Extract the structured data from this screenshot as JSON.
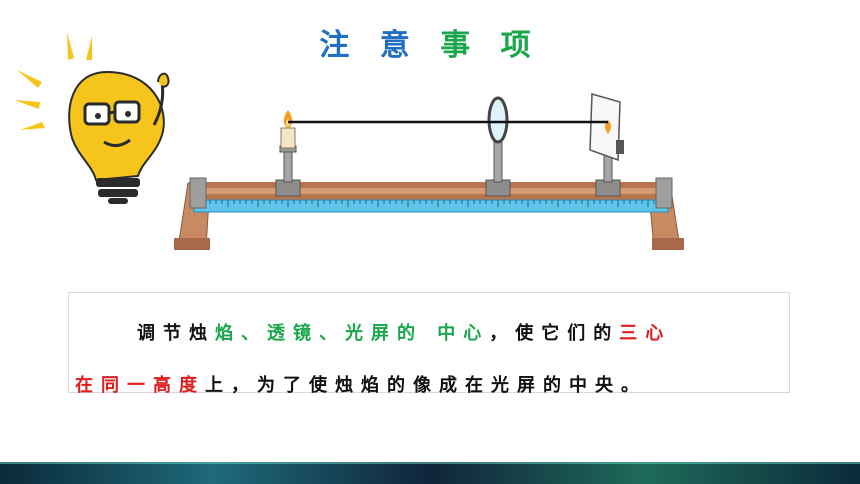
{
  "title": {
    "chars": [
      "注",
      "意",
      "事",
      "项"
    ]
  },
  "colors": {
    "title_blue": "#1f6fc5",
    "title_green": "#1aa64b",
    "highlight_green": "#1aa64b",
    "highlight_red": "#e01c1c",
    "text": "#111111",
    "bulb": "#f6c51b"
  },
  "note": {
    "line1": {
      "a": "调节烛",
      "b": "焰、透镜、光屏的",
      "c": " 中心",
      "d": "，使它们的",
      "e": "三心"
    },
    "line2": {
      "a": "在同一高度",
      "b": "上，为了使烛焰的像成在光屏的中央。"
    }
  },
  "icons": {
    "mascot": "lightbulb-mascot-icon",
    "apparatus": "optical-bench-illustration"
  }
}
